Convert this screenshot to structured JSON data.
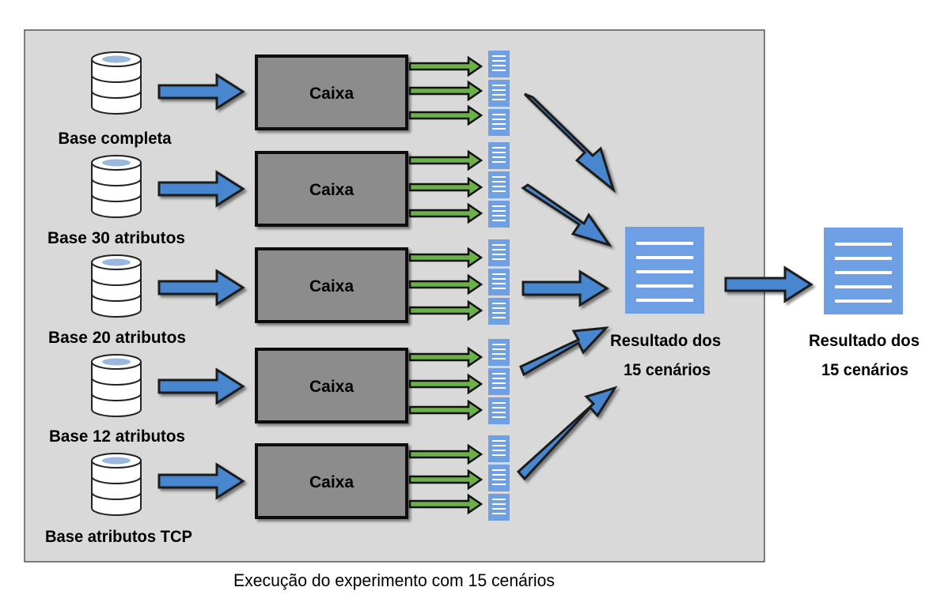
{
  "panel": {
    "caption": "Execução do experimento com 15 cenários"
  },
  "bases": [
    {
      "label": "Base completa",
      "box": "Caixa"
    },
    {
      "label": "Base 30 atributos",
      "box": "Caixa"
    },
    {
      "label": "Base 20 atributos",
      "box": "Caixa"
    },
    {
      "label": "Base 12 atributos",
      "box": "Caixa"
    },
    {
      "label": "Base atributos TCP",
      "box": "Caixa"
    }
  ],
  "aggregate": {
    "line1": "Resultado dos",
    "line2": "15 cenários"
  },
  "final": {
    "line1": "Resultado dos",
    "line2": "15 cenários"
  },
  "icons": {
    "base": "database-icon",
    "result": "document-icon"
  },
  "colors": {
    "panel_bg": "#d9d9d9",
    "box_fill": "#8c8c8c",
    "arrow_blue": "#4a86d0",
    "arrow_green": "#6cb04a",
    "doc_blue": "#6fa0e6"
  }
}
